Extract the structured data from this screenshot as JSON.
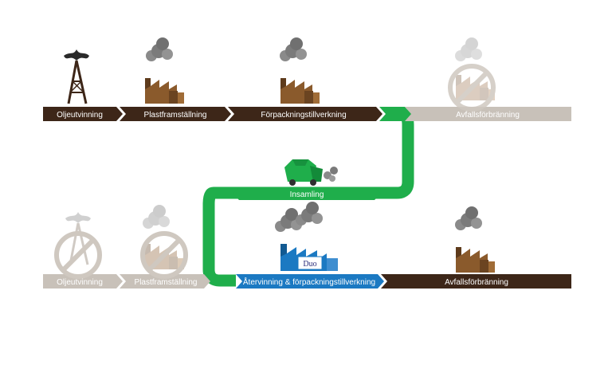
{
  "colors": {
    "brown": "#3d2618",
    "grey": "#c8c1b9",
    "green": "#1fae4b",
    "blue": "#1b79c2",
    "factory": "#8a5a2c",
    "smoke": "#7d7d7d",
    "duo_text": "#2a2c7a"
  },
  "top_row": {
    "step1": "Oljeutvinning",
    "step2": "Plastframställning",
    "step3": "Förpackningstillverkning",
    "step4": "Avfallsförbränning"
  },
  "middle": {
    "collect": "Insamling"
  },
  "bottom_row": {
    "step1": "Oljeutvinning",
    "step2": "Plastframställning",
    "step3": "Återvinning & förpackningstillverkning",
    "step4": "Avfallsförbränning"
  },
  "logo": {
    "text": "Duo"
  },
  "icons": {
    "oil_rig": "oil-derrick-icon",
    "factory": "factory-icon",
    "prohibited": "prohibited-icon",
    "recycling_truck": "recycling-truck-icon",
    "recycling_plant": "recycling-plant-icon"
  }
}
